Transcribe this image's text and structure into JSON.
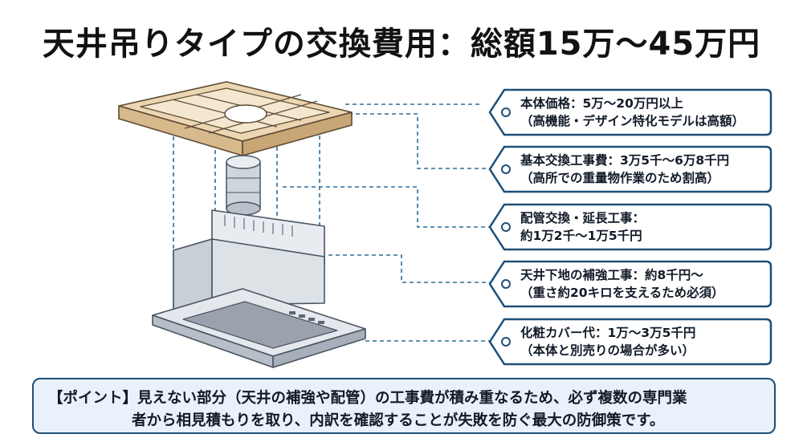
{
  "title": "天井吊りタイプの交換費用：総額15万～45万円",
  "tags": [
    {
      "line1": "本体価格：5万～20万円以上",
      "line2": "（高機能・デザイン特化モデルは高額）"
    },
    {
      "line1": "基本交換工事費：3万5千～6万8千円",
      "line2": "（高所での重量物作業のため割高）"
    },
    {
      "line1": "配管交換・延長工事：",
      "line2": "約1万2千～1万5千円"
    },
    {
      "line1": "天井下地の補強工事：約8千円～",
      "line2": "（重さ約20キロを支えるため必須）"
    },
    {
      "line1": "化粧カバー代：1万～3万5千円",
      "line2": "（本体と別売りの場合が多い）"
    }
  ],
  "note": {
    "line1": "【ポイント】見えない部分（天井の補強や配管）の工事費が積み重なるため、必ず複数の専門業",
    "line2": "者から相見積もりを取り、内訳を確認することが失敗を防ぐ最大の防御策です。"
  },
  "colors": {
    "tag_border": "#1e4f78",
    "tag_fill": "#ffffff",
    "note_fill": "#e9f2fa",
    "wood": "#e6cda6",
    "steel": "#d7dde3"
  }
}
